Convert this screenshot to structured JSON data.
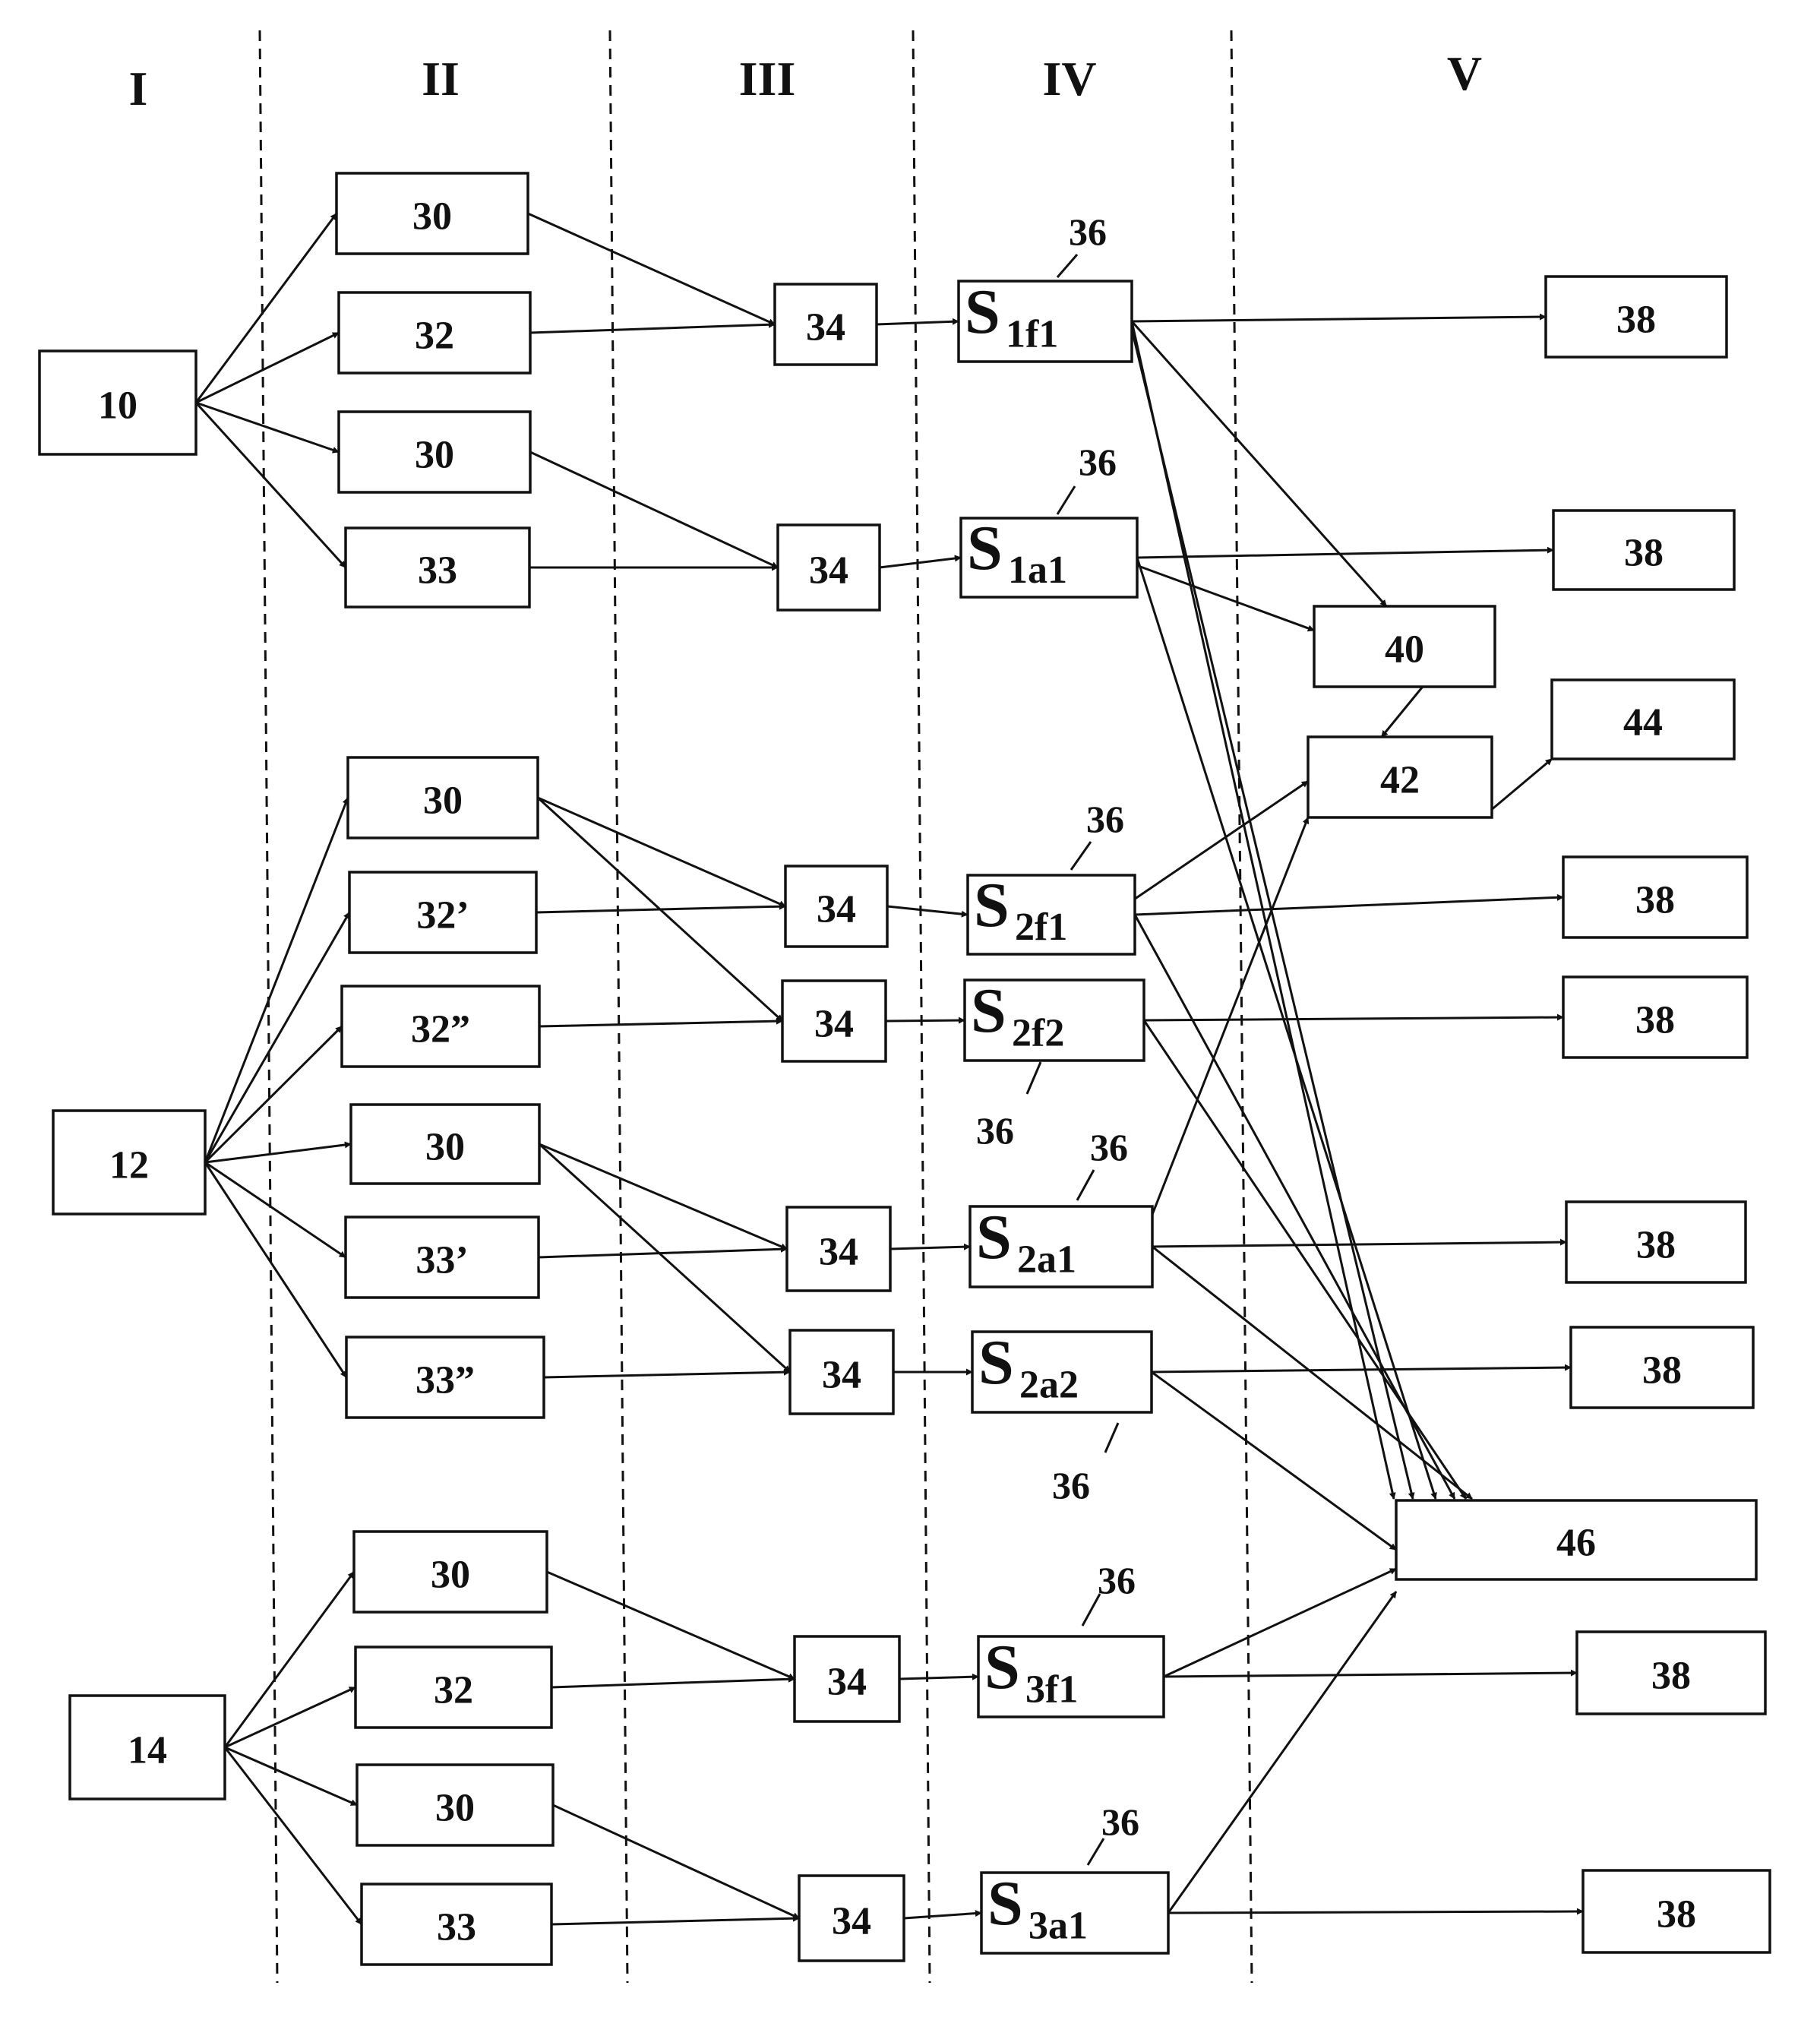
{
  "columns": [
    {
      "id": "col-I",
      "label": "I"
    },
    {
      "id": "col-II",
      "label": "II"
    },
    {
      "id": "col-III",
      "label": "III"
    },
    {
      "id": "col-IV",
      "label": "IV"
    },
    {
      "id": "col-V",
      "label": "V"
    }
  ],
  "nodes": {
    "n10": "10",
    "n12": "12",
    "n14": "14",
    "a30": "30",
    "a32": "32",
    "a30b": "30",
    "a33": "33",
    "b30": "30",
    "b32p": "32’",
    "b32pp": "32”",
    "b30b": "30",
    "b33p": "33’",
    "b33pp": "33”",
    "c30": "30",
    "c32": "32",
    "c30b": "30",
    "c33": "33",
    "k1": "34",
    "k2": "34",
    "k3": "34",
    "k4": "34",
    "k5": "34",
    "k6": "34",
    "k7": "34",
    "k8": "34",
    "o1": "38",
    "o2": "38",
    "o3": "38",
    "o4": "38",
    "o5": "38",
    "o6": "38",
    "o7": "38",
    "o8": "38",
    "n40": "40",
    "n42": "42",
    "n44": "44",
    "n46": "46"
  },
  "s_nodes": {
    "s1f1": {
      "main": "S",
      "sub": "1f1"
    },
    "s1a1": {
      "main": "S",
      "sub": "1a1"
    },
    "s2f1": {
      "main": "S",
      "sub": "2f1"
    },
    "s2f2": {
      "main": "S",
      "sub": "2f2"
    },
    "s2a1": {
      "main": "S",
      "sub": "2a1"
    },
    "s2a2": {
      "main": "S",
      "sub": "2a2"
    },
    "s3f1": {
      "main": "S",
      "sub": "3f1"
    },
    "s3a1": {
      "main": "S",
      "sub": "3a1"
    }
  },
  "reference_labels": {
    "r1": "36",
    "r2": "36",
    "r3": "36",
    "r4": "36",
    "r5": "36",
    "r6": "36",
    "r7": "36",
    "r8": "36"
  },
  "edges": [
    [
      "n10",
      "a30"
    ],
    [
      "n10",
      "a32"
    ],
    [
      "n10",
      "a30b"
    ],
    [
      "n10",
      "a33"
    ],
    [
      "n12",
      "b30"
    ],
    [
      "n12",
      "b32p"
    ],
    [
      "n12",
      "b32pp"
    ],
    [
      "n12",
      "b30b"
    ],
    [
      "n12",
      "b33p"
    ],
    [
      "n12",
      "b33pp"
    ],
    [
      "n14",
      "c30"
    ],
    [
      "n14",
      "c32"
    ],
    [
      "n14",
      "c30b"
    ],
    [
      "n14",
      "c33"
    ],
    [
      "a30",
      "k1"
    ],
    [
      "a32",
      "k1"
    ],
    [
      "a30b",
      "k2"
    ],
    [
      "a33",
      "k2"
    ],
    [
      "b30",
      "k3"
    ],
    [
      "b30",
      "k4"
    ],
    [
      "b32p",
      "k3"
    ],
    [
      "b32pp",
      "k4"
    ],
    [
      "b30b",
      "k5"
    ],
    [
      "b30b",
      "k6"
    ],
    [
      "b33p",
      "k5"
    ],
    [
      "b33pp",
      "k6"
    ],
    [
      "c30",
      "k7"
    ],
    [
      "c32",
      "k7"
    ],
    [
      "c30b",
      "k8"
    ],
    [
      "c33",
      "k8"
    ],
    [
      "k1",
      "s1f1"
    ],
    [
      "k2",
      "s1a1"
    ],
    [
      "k3",
      "s2f1"
    ],
    [
      "k4",
      "s2f2"
    ],
    [
      "k5",
      "s2a1"
    ],
    [
      "k6",
      "s2a2"
    ],
    [
      "k7",
      "s3f1"
    ],
    [
      "k8",
      "s3a1"
    ],
    [
      "s1f1",
      "o1"
    ],
    [
      "s1a1",
      "o2"
    ],
    [
      "s2f1",
      "o3"
    ],
    [
      "s2f2",
      "o4"
    ],
    [
      "s2a1",
      "o5"
    ],
    [
      "s2a2",
      "o6"
    ],
    [
      "s3f1",
      "o7"
    ],
    [
      "s3a1",
      "o8"
    ],
    [
      "s1f1",
      "n40"
    ],
    [
      "s1a1",
      "n40"
    ],
    [
      "n40",
      "n42"
    ],
    [
      "s2f1",
      "n42"
    ],
    [
      "s2a1",
      "n42"
    ],
    [
      "n42",
      "n44"
    ],
    [
      "s1f1",
      "n46"
    ],
    [
      "s1f1",
      "n46"
    ],
    [
      "s1a1",
      "n46"
    ],
    [
      "s2f1",
      "n46"
    ],
    [
      "s2f2",
      "n46"
    ],
    [
      "s2a1",
      "n46"
    ],
    [
      "s2a2",
      "n46"
    ],
    [
      "s3f1",
      "n46"
    ],
    [
      "s3a1",
      "n46"
    ]
  ]
}
